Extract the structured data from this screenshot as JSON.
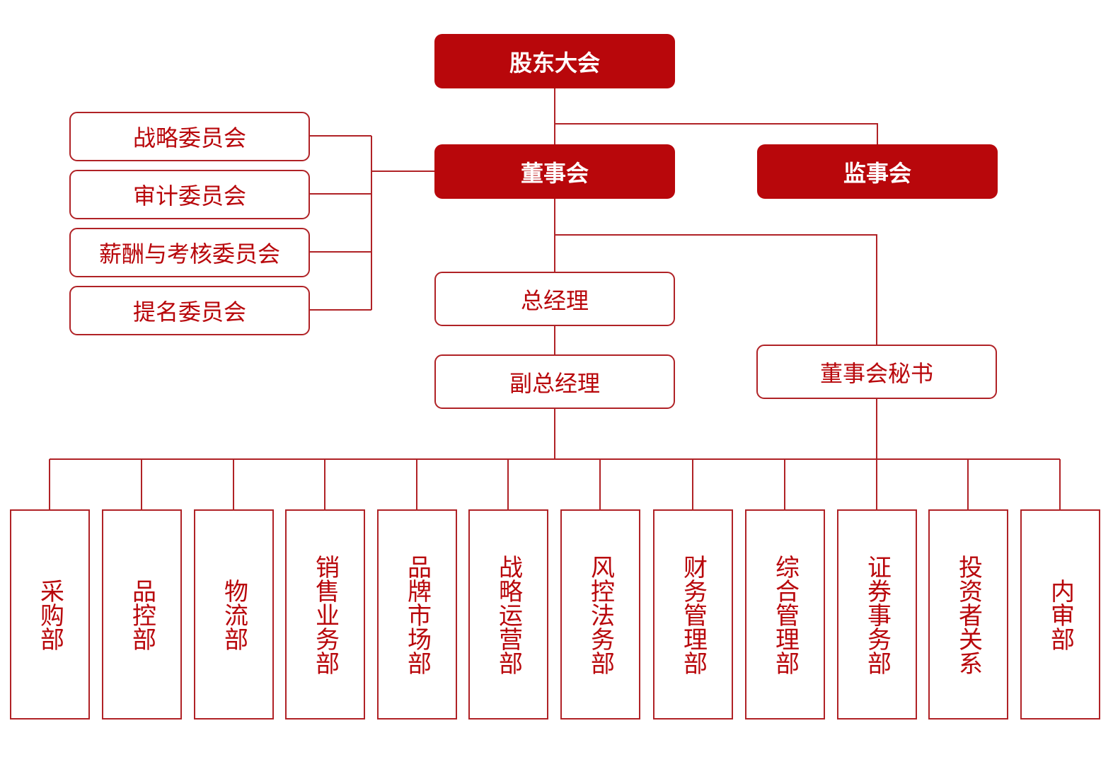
{
  "colors": {
    "fill": "#b8070b",
    "line": "#b02226",
    "text_on_fill": "#ffffff"
  },
  "top": {
    "shareholders": "股东大会",
    "board": "董事会",
    "supervisors": "监事会"
  },
  "committees": [
    "战略委员会",
    "审计委员会",
    "薪酬与考核委员会",
    "提名委员会"
  ],
  "management": {
    "gm": "总经理",
    "deputy_gm": "副总经理",
    "board_secretary": "董事会秘书"
  },
  "departments": [
    "采购部",
    "品控部",
    "物流部",
    "销售业务部",
    "品牌市场部",
    "战略运营部",
    "风控法务部",
    "财务管理部",
    "综合管理部",
    "证券事务部",
    "投资者关系",
    "内审部"
  ]
}
